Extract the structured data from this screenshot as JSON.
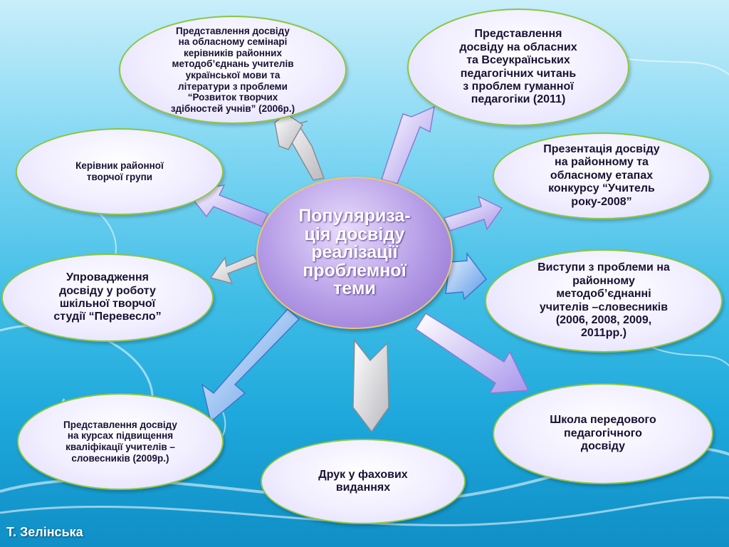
{
  "center": {
    "text": "Популяриза-\nція досвіду\nреалізації\nпроблемної\nтеми"
  },
  "nodes": [
    {
      "id": "regional-seminar",
      "text": "Представлення досвіду\nна  обласному семінарі\nкерівників  районних\nметодоб’єднань учителів\nукраїнської мови та\nлітератури з проблеми\n“Розвиток творчих\nздібностей  учнів” (2006р.)"
    },
    {
      "id": "pedagogical-readings",
      "text": "Представлення\nдосвіду на  обласних\nта Всеукраїнських\nпедагогічних читань\nз проблем гуманної\nпедагогіки (2011)"
    },
    {
      "id": "creative-group-leader",
      "text": "Керівник  районної\nтворчої групи"
    },
    {
      "id": "teacher-of-year",
      "text": "Презентація досвіду\nна районному та\nобласному етапах\nконкурсу “Учитель\nроку-2008”"
    },
    {
      "id": "school-studio",
      "text": "Упровадження\nдосвіду у роботу\nшкільної  творчої\nстудії “Перевесло”"
    },
    {
      "id": "methodical-speeches",
      "text": "Виступи з проблеми на\nрайонному\nметодоб’єднанні\nучителів –словесників\n(2006, 2008, 2009,\n2011рр.)"
    },
    {
      "id": "advanced-courses",
      "text": "Представлення досвіду\nна курсах підвищення\nкваліфікації учителів –\nсловесників (2009р.)"
    },
    {
      "id": "school-of-experience",
      "text": "Школа передового\nпедагогічного\nдосвіду"
    },
    {
      "id": "publications",
      "text": "Друк у фахових\nвиданнях"
    }
  ],
  "author": "Т. Зелінська",
  "colors": {
    "node_border": "#8cc63f",
    "center_border": "#f3c26b",
    "center_fill": "#a98ddf",
    "arrow_purple": "#b8a6ef",
    "arrow_gray": "#c8c8cc",
    "arrow_blue": "#6aa7ea"
  }
}
